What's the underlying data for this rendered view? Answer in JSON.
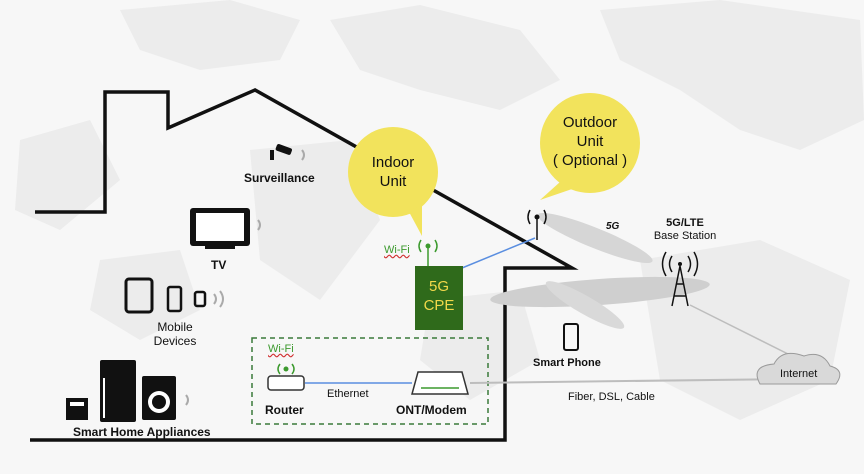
{
  "bubbles": {
    "indoor_line1": "Indoor",
    "indoor_line2": "Unit",
    "outdoor_line1": "Outdoor",
    "outdoor_line2": "Unit",
    "outdoor_line3": "( Optional )"
  },
  "devices": {
    "surveillance": "Surveillance",
    "tv": "TV",
    "mobile_line1": "Mobile",
    "mobile_line2": "Devices",
    "appliances": "Smart Home Appliances",
    "cpe_wifi": "Wi-Fi",
    "cpe_line1": "5G",
    "cpe_line2": "CPE",
    "router_wifi": "Wi-Fi",
    "router": "Router",
    "ethernet": "Ethernet",
    "ont": "ONT/Modem",
    "smart_phone": "Smart Phone",
    "fiber": "Fiber, DSL, Cable",
    "internet": "Internet",
    "base_station_line1": "5G/LTE",
    "base_station_line2": "Base Station",
    "logo_5g": "5G"
  },
  "colors": {
    "bubble": "#f2e35c",
    "cpe": "#2f6a1b",
    "cpe_text": "#f2d94a",
    "signal_green": "#3c9a2e",
    "link_blue": "#5a8ee0",
    "dashed_green": "#3a7a3a"
  }
}
